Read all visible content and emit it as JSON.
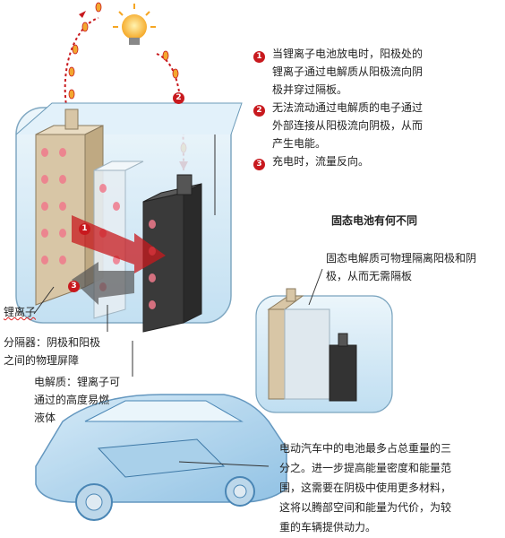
{
  "steps": [
    {
      "number": "1",
      "text": [
        "当锂离子电池放电时，阳极处的",
        "锂离子通过电解质从阳极流向阴",
        "极并穿过隔板。"
      ]
    },
    {
      "number": "2",
      "text": [
        "无法流动通过电解质的电子通过",
        "外部连接从阳极流向阴极，从而",
        "产生电能。"
      ]
    },
    {
      "number": "3",
      "text": [
        "充电时，流量反向。"
      ]
    }
  ],
  "solid_state": {
    "title": "固态电池有何不同",
    "text": [
      "固态电解质可物理隔离阳极和阴",
      "极，从而无需隔板"
    ]
  },
  "labels": {
    "lithium_ion": "锂离子",
    "separator": [
      "分隔器：阴极和阳极",
      "之间的物理屏障"
    ],
    "electrolyte": [
      "电解质：锂离子可",
      "通过的高度易燃",
      "液体"
    ]
  },
  "ev_note": [
    "电动汽车中的电池最多占总重量的三",
    "分之。进一步提高能量密度和能量范",
    "围，这需要在阴极中使用更多材料，",
    "这将以腾部空间和能量为代价，为较",
    "重的车辆提供动力。"
  ],
  "colors": {
    "accent_red": "#c8191e",
    "blue_tank": "#cfe6f4",
    "bulb": "#f5a623",
    "cathode": "#3a3a3a",
    "anode": "#d8c6a6"
  }
}
